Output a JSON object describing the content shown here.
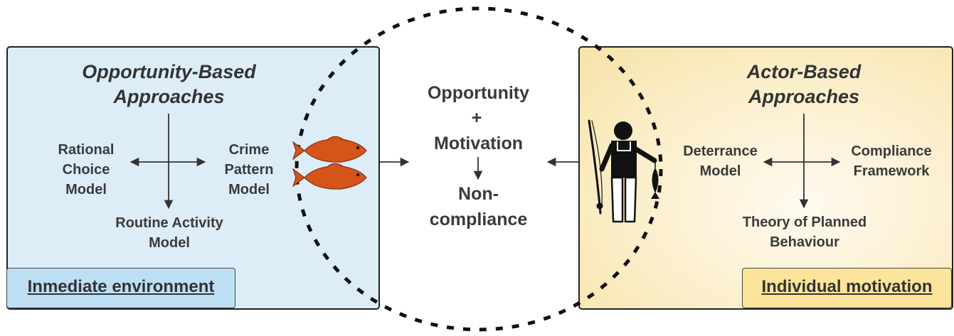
{
  "left_panel": {
    "heading": "Opportunity-Based Approaches",
    "models": {
      "rational_choice": "Rational Choice Model",
      "crime_pattern": "Crime Pattern Model",
      "routine_activity": "Routine Activity Model"
    },
    "tag": "Inmediate environment"
  },
  "center": {
    "opportunity": "Opportunity",
    "plus": "+",
    "motivation": "Motivation",
    "noncompliance": "Non- compliance"
  },
  "right_panel": {
    "heading": "Actor-Based Approaches",
    "models": {
      "deterrance": "Deterrance Model",
      "compliance": "Compliance Framework",
      "planned_behaviour": "Theory of Planned Behaviour"
    },
    "tag": "Individual motivation"
  },
  "colors": {
    "left_panel_bg": "#dcedf8",
    "left_tag_bg": "#bddff4",
    "right_panel_bg": "#fbeeca",
    "right_tag_bg": "#fce49a",
    "fish": "#d4541a"
  },
  "icons": [
    "fish-icon",
    "fisherman-icon"
  ]
}
